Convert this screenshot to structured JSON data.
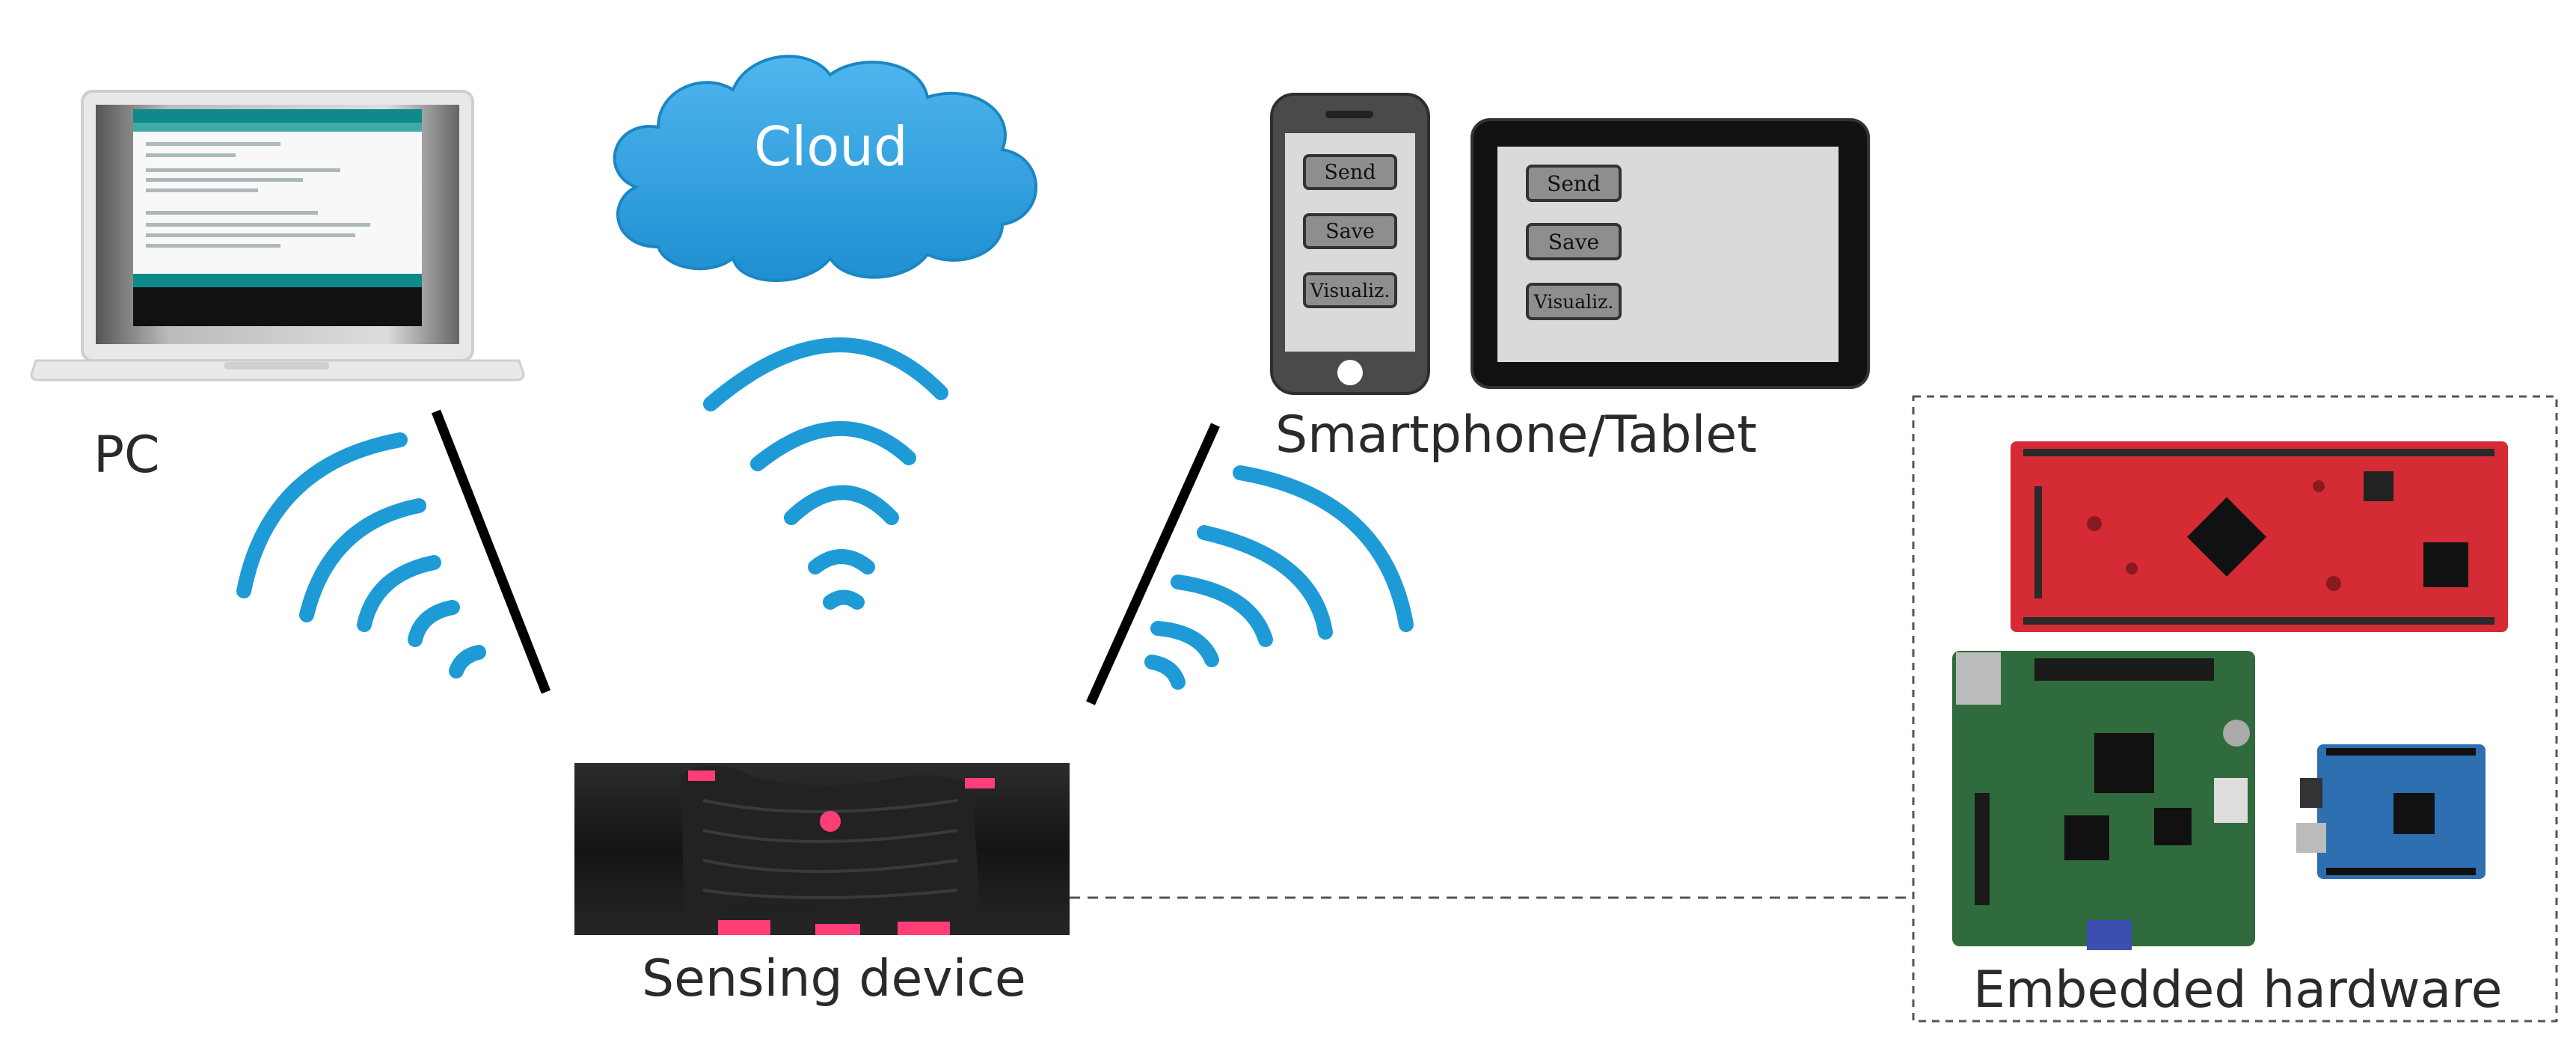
{
  "cloud": {
    "label": "Cloud"
  },
  "pc": {
    "label": "PC"
  },
  "mobile": {
    "label": "Smartphone/Tablet",
    "phone_buttons": [
      "Send",
      "Save",
      "Visualiz."
    ],
    "tablet_buttons": [
      "Send",
      "Save",
      "Visualiz."
    ]
  },
  "sensor": {
    "label": "Sensing device"
  },
  "embedded": {
    "label": "Embedded hardware"
  },
  "colors": {
    "wireless": "#1e9bd7",
    "cloud": "#2a9ad8",
    "board_red": "#d52b35",
    "board_green": "#2f6b3c",
    "board_blue": "#2d6fb0",
    "strap": "#1a1a1a",
    "accent_pink": "#ff3d77"
  }
}
